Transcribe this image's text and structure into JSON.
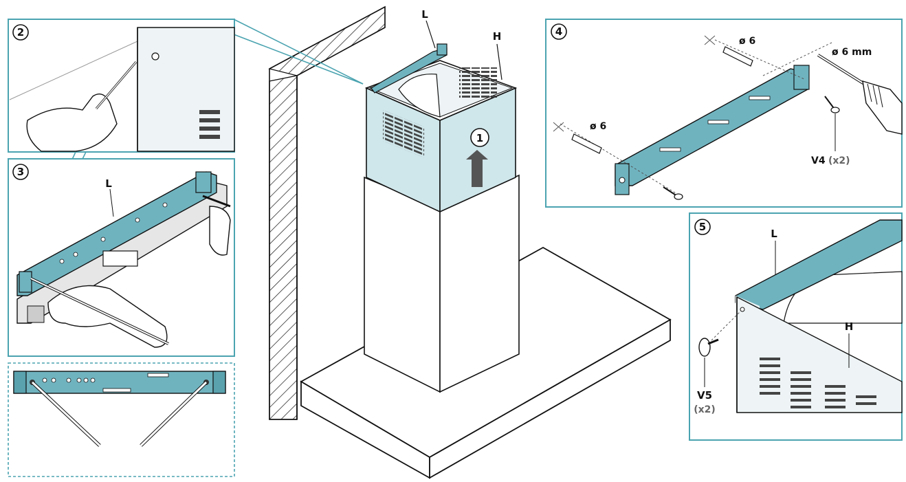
{
  "colors": {
    "accent": "#6fb3bf",
    "accent_dark": "#2f7f8c",
    "panel_border": "#4aa3b0",
    "hood_top": "#cfe6ea",
    "line": "#111111"
  },
  "center": {
    "label_L": "L",
    "label_H": "H",
    "step_1": "1"
  },
  "panel2": {
    "step": "2"
  },
  "panel3": {
    "step": "3",
    "label_L": "L"
  },
  "panel4": {
    "step": "4",
    "plug_top_label": "ø 6",
    "plug_left_label": "ø 6",
    "drill_label": "ø 6 mm",
    "screw_label": "V4",
    "screw_qty": "(x2)"
  },
  "panel5": {
    "step": "5",
    "label_L": "L",
    "label_H": "H",
    "screw_label": "V5",
    "screw_qty": "(x2)"
  }
}
